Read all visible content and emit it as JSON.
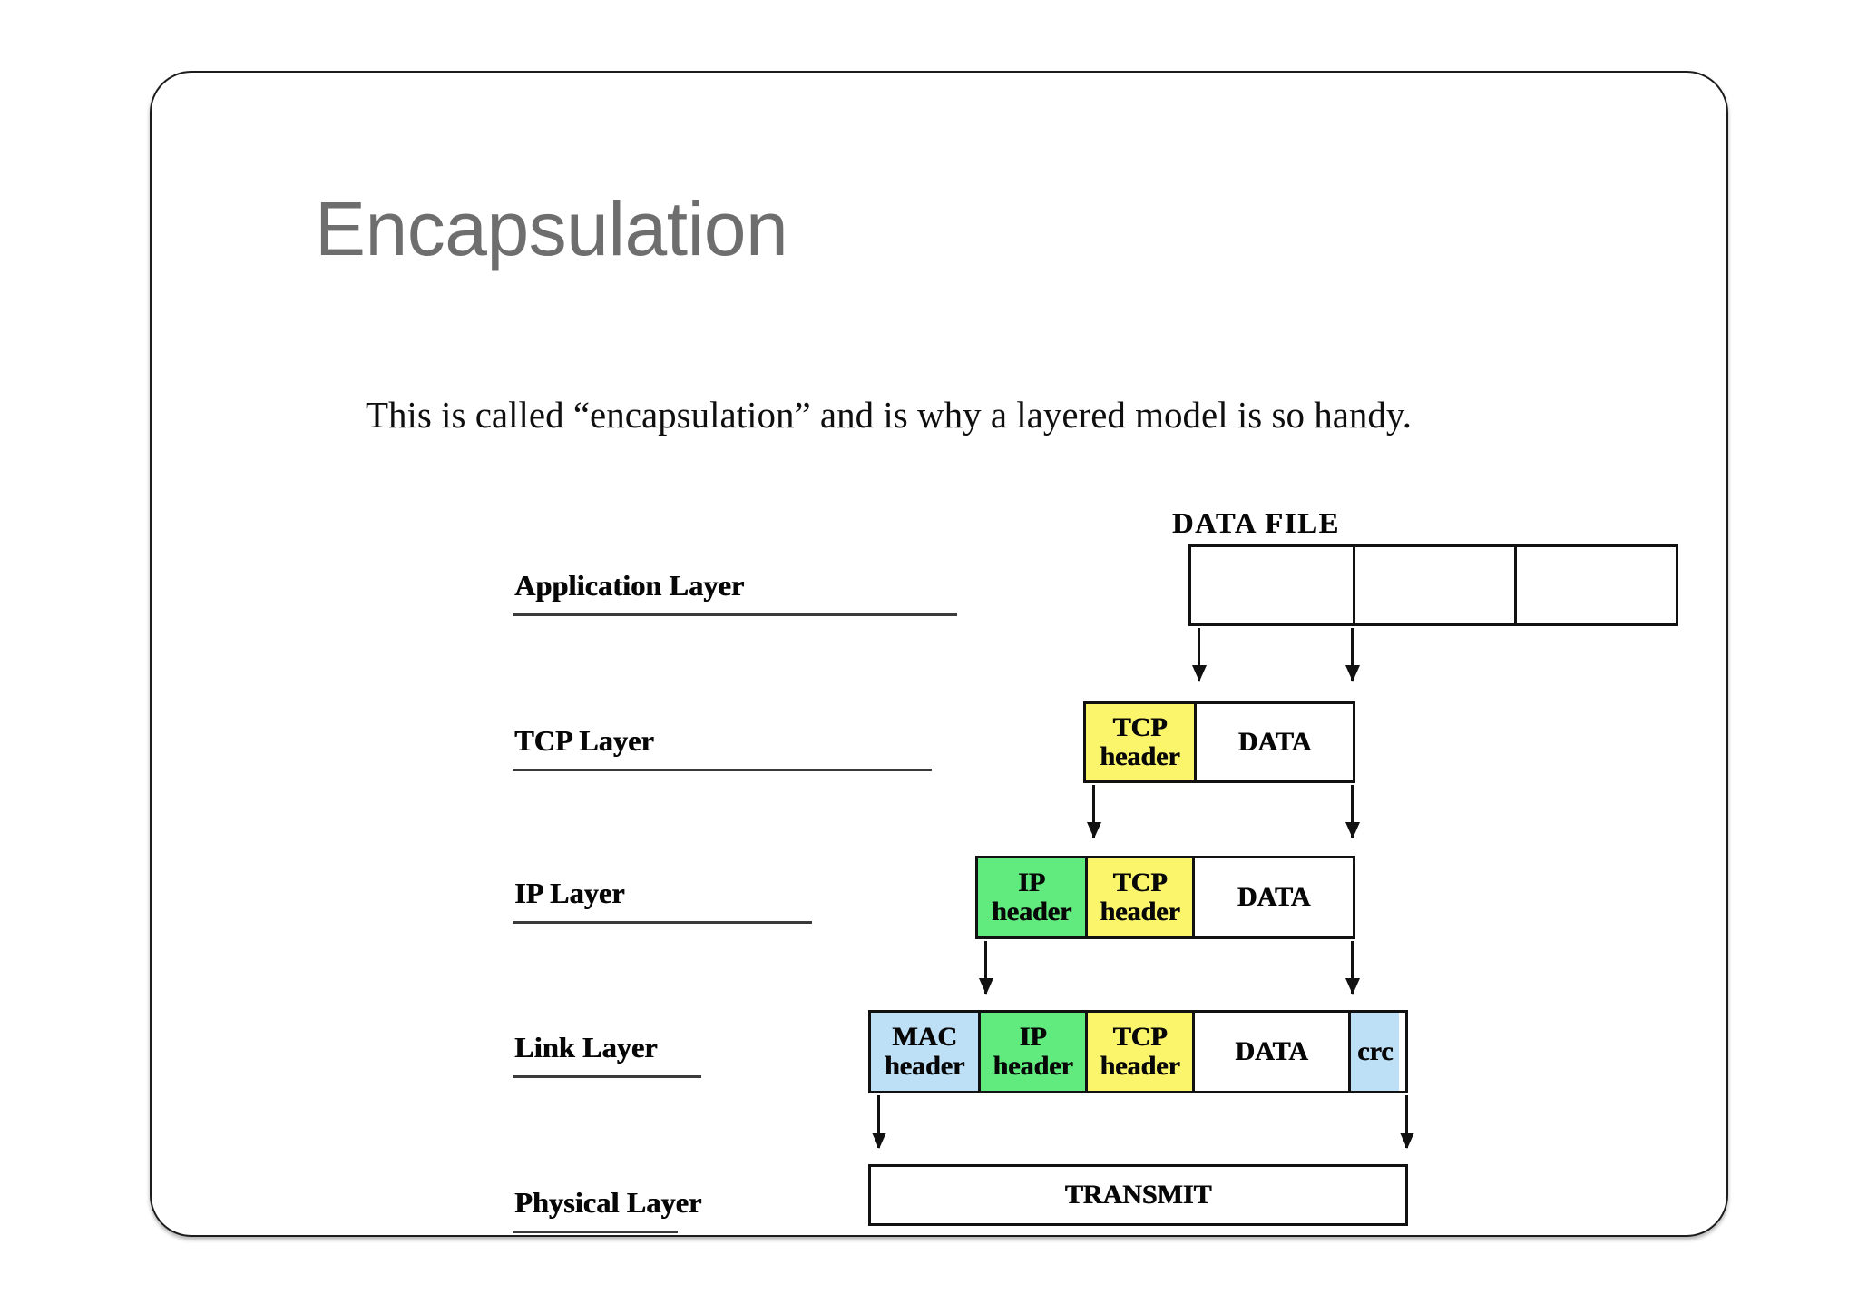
{
  "slide": {
    "title": "Encapsulation",
    "subtitle": "This is called “encapsulation” and is why a layered model is so handy."
  },
  "diagram": {
    "caption_data_file": "DATA  FILE",
    "layers": [
      {
        "label": "Application Layer"
      },
      {
        "label": "TCP Layer"
      },
      {
        "label": "IP Layer"
      },
      {
        "label": "Link Layer"
      },
      {
        "label": "Physical Layer"
      }
    ],
    "application_row": {
      "cells": [
        {
          "line1": "",
          "line2": "",
          "fill": "#ffffff"
        },
        {
          "line1": "",
          "line2": "",
          "fill": "#ffffff"
        },
        {
          "line1": "",
          "line2": "",
          "fill": "#ffffff"
        }
      ]
    },
    "tcp_row": {
      "cells": [
        {
          "line1": "TCP",
          "line2": "header",
          "fill": "#fbf56c"
        },
        {
          "line1": "DATA",
          "line2": "",
          "fill": "#ffffff"
        }
      ]
    },
    "ip_row": {
      "cells": [
        {
          "line1": "IP",
          "line2": "header",
          "fill": "#61ea7e"
        },
        {
          "line1": "TCP",
          "line2": "header",
          "fill": "#fbf56c"
        },
        {
          "line1": "DATA",
          "line2": "",
          "fill": "#ffffff"
        }
      ]
    },
    "link_row": {
      "cells": [
        {
          "line1": "MAC",
          "line2": "header",
          "fill": "#bde0f6"
        },
        {
          "line1": "IP",
          "line2": "header",
          "fill": "#61ea7e"
        },
        {
          "line1": "TCP",
          "line2": "header",
          "fill": "#fbf56c"
        },
        {
          "line1": "DATA",
          "line2": "",
          "fill": "#ffffff"
        },
        {
          "line1": "crc",
          "line2": "",
          "fill": "#bde0f6"
        }
      ]
    },
    "physical_row": {
      "cells": [
        {
          "line1": "TRANSMIT",
          "line2": "",
          "fill": "#ffffff"
        }
      ]
    },
    "colors": {
      "tcp_header": "#fbf56c",
      "ip_header": "#61ea7e",
      "mac_header": "#bde0f6",
      "crc": "#bde0f6",
      "data": "#ffffff",
      "stroke": "#111111",
      "title_gray": "#6e6e6e"
    }
  }
}
